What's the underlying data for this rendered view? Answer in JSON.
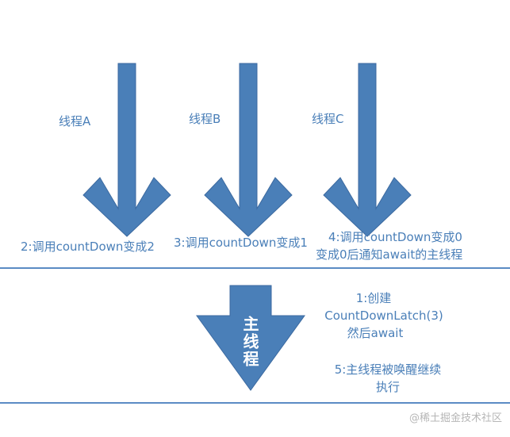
{
  "threads": [
    {
      "name": "线程A",
      "action": "2:调用countDown变成2"
    },
    {
      "name": "线程B",
      "action": "3:调用countDown变成1"
    },
    {
      "name": "线程C",
      "action_line1": "4:调用countDown变成0",
      "action_line2": "变成0后通知await的主线程"
    }
  ],
  "main_thread": {
    "label": "主线程",
    "step1_line1": "1:创建",
    "step1_line2": "CountDownLatch(3)",
    "step1_line3": "然后await",
    "step5_line1": "5:主线程被唤醒继续",
    "step5_line2": "执行"
  },
  "watermark": "@稀土掘金技术社区",
  "colors": {
    "arrow_fill": "#4a7fb8",
    "arrow_stroke": "#3c6aa0",
    "text": "#4a7fb8",
    "rule": "#5b8bc4"
  }
}
